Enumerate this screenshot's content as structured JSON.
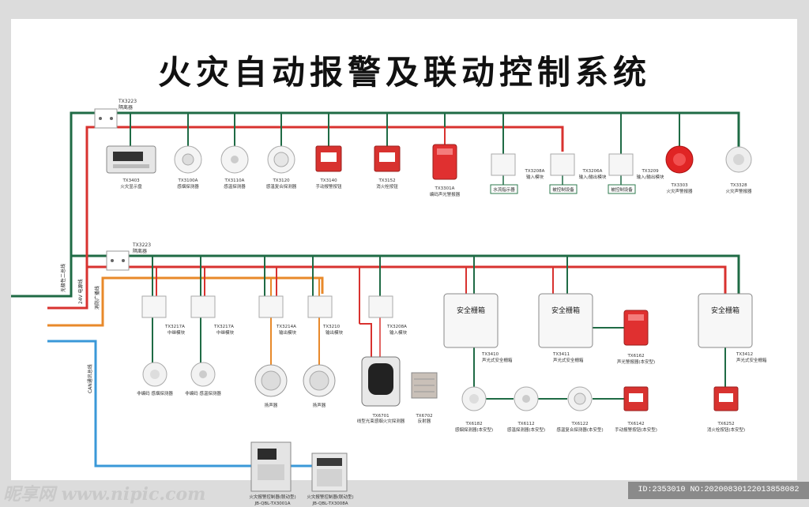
{
  "title": "火灾自动报警及联动控制系统",
  "colors": {
    "green": "#1f6b45",
    "red": "#d8322f",
    "orange": "#e8892a",
    "blue": "#3a98d8"
  },
  "bus_labels": {
    "signal": "无极性二总线",
    "power": "24V 电源线",
    "broadcast": "消防广播线",
    "can": "CAN通讯总线"
  },
  "isolators": [
    {
      "code": "TX3223",
      "name": "隔离器"
    },
    {
      "code": "TX3223",
      "name": "隔离器"
    }
  ],
  "row1": [
    {
      "code": "TX3403",
      "name": "火灾显示盘"
    },
    {
      "code": "TX3100A",
      "name": "感烟探测器"
    },
    {
      "code": "TX3110A",
      "name": "感温探测器"
    },
    {
      "code": "TX3120",
      "name": "感温复合探测器"
    },
    {
      "code": "TX3140",
      "name": "手动报警按钮"
    },
    {
      "code": "TX3152",
      "name": "消火栓按钮"
    },
    {
      "code": "TX3301A",
      "name": "编码声光警报器"
    },
    {
      "code": "TX3208A",
      "name": "输入模块",
      "box": "水流指示器"
    },
    {
      "code": "TX3206A",
      "name": "输入/输出模块",
      "box": "被控制设备"
    },
    {
      "code": "TX3209",
      "name": "输入/输出模块",
      "box": "被控制设备"
    },
    {
      "code": "TX3303",
      "name": "火灾声警报器"
    },
    {
      "code": "TX3328",
      "name": "火灾声警报器"
    }
  ],
  "row2_modules": [
    {
      "code": "TX3217A",
      "name": "中继模块"
    },
    {
      "code": "TX3217A",
      "name": "中继模块"
    },
    {
      "code": "TX3214A",
      "name": "输出模块"
    },
    {
      "code": "TX3210",
      "name": "输出模块"
    },
    {
      "code": "TX3208A",
      "name": "输入模块"
    }
  ],
  "row2_devices": [
    {
      "name": "非编码\n感烟探测器"
    },
    {
      "name": "非编码\n感温探测器"
    },
    {
      "name": "扬声器"
    },
    {
      "name": "扬声器"
    }
  ],
  "beam": [
    {
      "code": "TX6701",
      "name": "线型光束感烟火灾探测器"
    },
    {
      "code": "TX6702",
      "name": "反射器"
    }
  ],
  "safety_boxes": [
    {
      "label": "安全栅箱",
      "code": "TX3410",
      "name": "声光式安全栅箱"
    },
    {
      "label": "安全栅箱",
      "code": "TX3411",
      "name": "声光式安全栅箱"
    },
    {
      "label": "安全栅箱",
      "code": "TX3412",
      "name": "声光式安全栅箱"
    }
  ],
  "exproof": [
    {
      "code": "TX6182",
      "name": "感烟探测器(本安型)"
    },
    {
      "code": "TX6112",
      "name": "感温探测器(本安型)"
    },
    {
      "code": "TX6122",
      "name": "感温复合探测器(本安型)"
    },
    {
      "code": "TX6142",
      "name": "手动报警按钮(本安型)"
    },
    {
      "code": "TX6162",
      "name": "声光警报器(本安型)"
    },
    {
      "code": "TX6252",
      "name": "消火栓按钮(本安型)"
    }
  ],
  "controllers": [
    {
      "name": "火灾报警控制器(联动型)",
      "model": "JB-QBL-TX3001A"
    },
    {
      "name": "火灾报警控制器(联动型)",
      "model": "JB-QBL-TX3008A"
    }
  ],
  "watermark": "昵享网 www.nipic.com",
  "image_id": "ID:2353010 NO:20200830122013858082"
}
